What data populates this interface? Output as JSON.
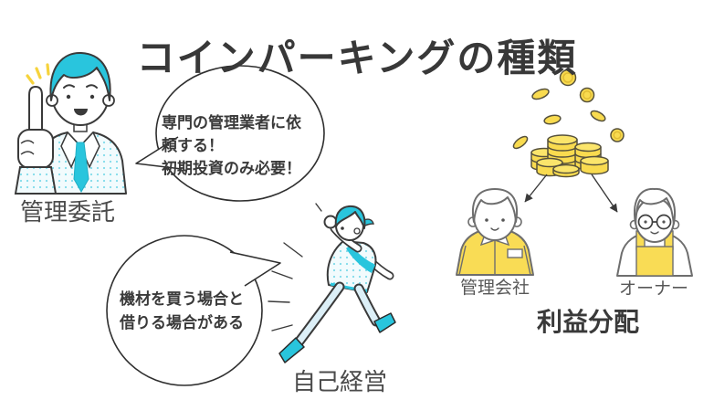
{
  "title": "コインパーキングの種類",
  "management_consignment": {
    "label": "管理委託",
    "bubble_text": "専門の管理業者に依\n頼する！\n初期投資のみ必要！"
  },
  "self_management": {
    "label": "自己経営",
    "bubble_text": "機材を買う場合と\n借りる場合がある"
  },
  "profit_distribution": {
    "heading": "利益分配",
    "recipient_left": "管理会社",
    "recipient_right": "オーナー"
  },
  "colors": {
    "accent_cyan": "#29C5DD",
    "coin_yellow": "#F9DB4F",
    "clothing_yellow": "#F9DC55",
    "text_dark": "#3A3A3A",
    "label_gray": "#4B4B4B"
  }
}
